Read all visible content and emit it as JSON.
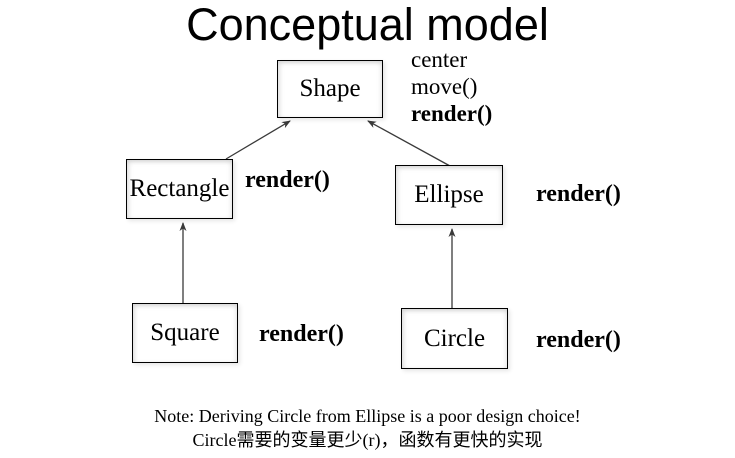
{
  "title": "Conceptual model",
  "diagram": {
    "nodes": {
      "shape": "Shape",
      "rectangle": "Rectangle",
      "ellipse": "Ellipse",
      "square": "Square",
      "circle": "Circle"
    },
    "shape_members": [
      "center",
      "move()",
      "render()"
    ],
    "render_label": "render()",
    "edges": [
      {
        "from": "rectangle",
        "to": "shape",
        "type": "inheritance-arrow"
      },
      {
        "from": "ellipse",
        "to": "shape",
        "type": "inheritance-arrow"
      },
      {
        "from": "square",
        "to": "rectangle",
        "type": "inheritance-arrow"
      },
      {
        "from": "circle",
        "to": "ellipse",
        "type": "inheritance-arrow"
      }
    ]
  },
  "note": {
    "line1": "Note: Deriving Circle from Ellipse is a poor design choice!",
    "line2": "Circle需要的变量更少(r)，函数有更快的实现"
  },
  "colors": {
    "background": "#ffffff",
    "text": "#000000",
    "box_fill": "#ffffff",
    "box_border": "#000000",
    "arrow": "#3a3a3a"
  }
}
